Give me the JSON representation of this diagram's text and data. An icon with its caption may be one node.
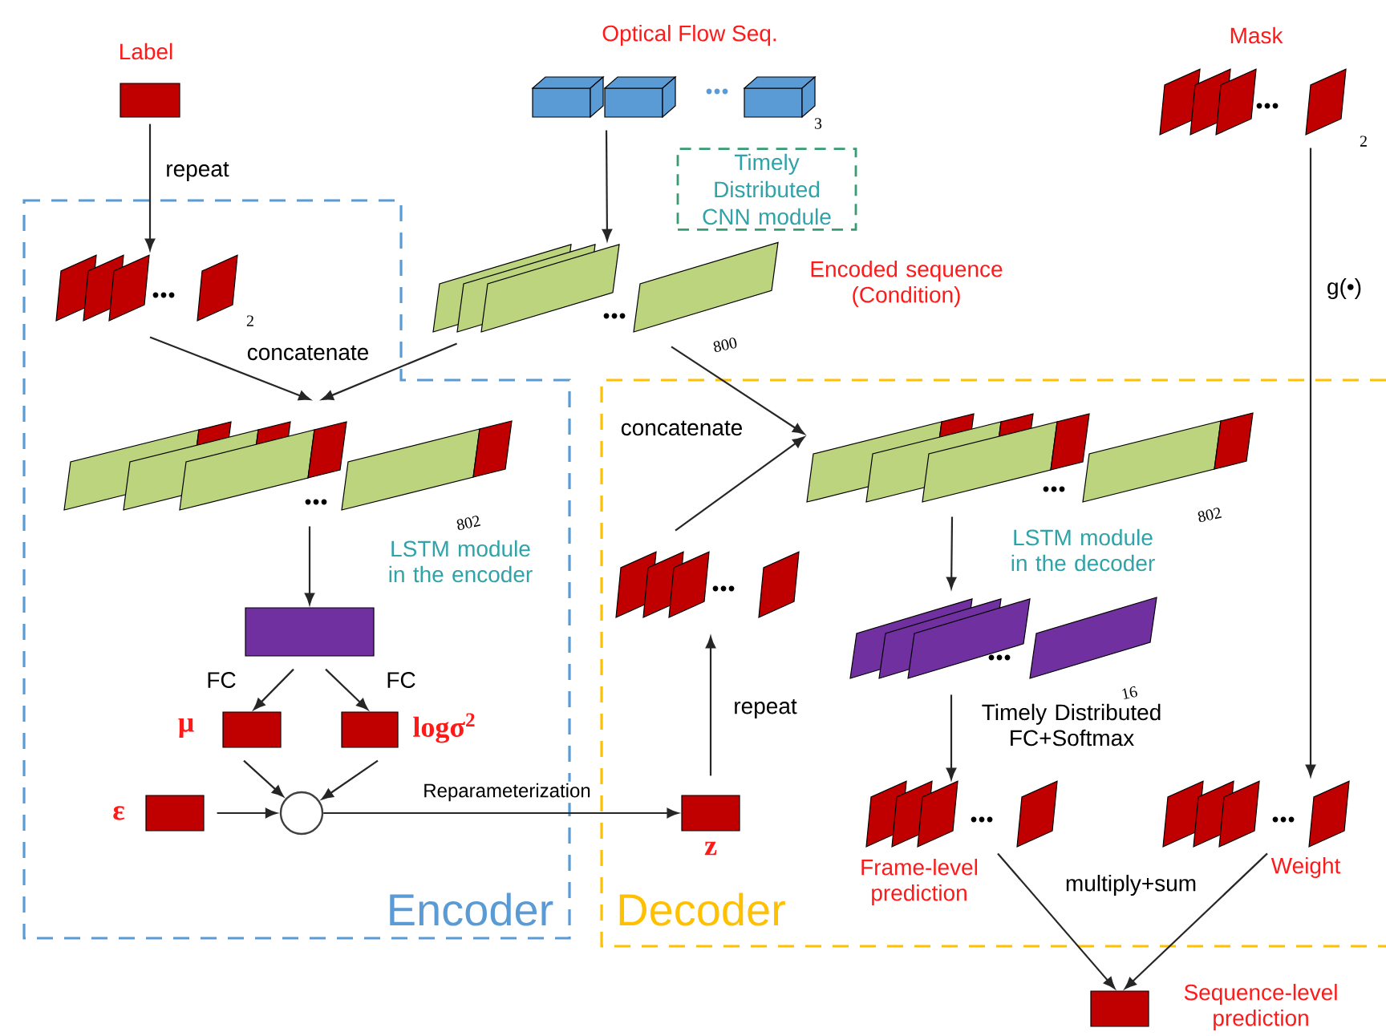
{
  "diagram": {
    "nodes": [
      {
        "text": [
          "Encoder"
        ]
      },
      {
        "text": [
          "Decoder"
        ]
      },
      {
        "text": [
          "Timely Distributed CNN module"
        ]
      },
      {
        "text": [
          "Label"
        ]
      },
      {
        "text": [
          "Optical Flow Seq."
        ],
        "beside": [
          "3"
        ]
      },
      {
        "text": [
          "Mask"
        ],
        "beside": [
          "2"
        ]
      },
      {
        "text": [],
        "shape": "stack",
        "beside": [
          "2"
        ],
        "in": 0
      },
      {
        "text": [
          "Encoded sequence (Condition)"
        ],
        "beside": [
          "800"
        ]
      },
      {
        "text": [],
        "shape": "stack",
        "beside": [
          "802"
        ],
        "in": 0
      },
      {
        "text": [],
        "shape": "box",
        "in": 0
      },
      {
        "text": [
          "μ"
        ],
        "in": 0
      },
      {
        "text": [
          "logσ$^{2}$"
        ],
        "in": 0
      },
      {
        "text": [
          "ε"
        ],
        "in": 0
      },
      {
        "text": [],
        "shape": "circle",
        "in": 0
      },
      {
        "text": [
          "z"
        ],
        "in": 1
      },
      {
        "text": [],
        "shape": "stack",
        "in": 1
      },
      {
        "text": [],
        "shape": "stack",
        "beside": [
          "802"
        ],
        "in": 1
      },
      {
        "text": [],
        "shape": "stack",
        "beside": [
          "16"
        ],
        "in": 1
      },
      {
        "text": [
          "Frame-level prediction"
        ],
        "in": 1
      },
      {
        "text": [
          "Weight"
        ],
        "in": 1
      },
      {
        "text": [
          "Sequence-level prediction"
        ]
      }
    ],
    "edges": [
      {
        "from": 3,
        "to": 6,
        "arrow": "to",
        "label": "repeat"
      },
      {
        "from": 4,
        "to": 7,
        "arrow": "to"
      },
      {
        "from": 6,
        "to": 8,
        "arrow": "to",
        "label": "concatenate"
      },
      {
        "from": 7,
        "to": 8,
        "arrow": "to"
      },
      {
        "from": 7,
        "to": 16,
        "arrow": "to"
      },
      {
        "from": 15,
        "to": 16,
        "arrow": "to",
        "label": "concatenate"
      },
      {
        "from": 8,
        "to": 9,
        "arrow": "to",
        "label": "LSTM module in the encoder"
      },
      {
        "from": 9,
        "to": 10,
        "arrow": "to",
        "label": "FC"
      },
      {
        "from": 9,
        "to": 11,
        "arrow": "to",
        "label": "FC"
      },
      {
        "from": 10,
        "to": 13,
        "arrow": "to"
      },
      {
        "from": 11,
        "to": 13,
        "arrow": "to"
      },
      {
        "from": 12,
        "to": 13,
        "arrow": "to"
      },
      {
        "from": 13,
        "to": 14,
        "arrow": "to",
        "label": "Reparameterization"
      },
      {
        "from": 14,
        "to": 15,
        "arrow": "to",
        "label": "repeat"
      },
      {
        "from": 16,
        "to": 17,
        "arrow": "to",
        "label": "LSTM module in the decoder"
      },
      {
        "from": 17,
        "to": 18,
        "arrow": "to",
        "label": "Timely Distributed FC+Softmax"
      },
      {
        "from": 5,
        "to": 19,
        "arrow": "to",
        "label": "g(•)"
      },
      {
        "from": 18,
        "to": 20,
        "arrow": "to",
        "label": "multiply+sum"
      },
      {
        "from": 19,
        "to": 20,
        "arrow": "to"
      }
    ]
  }
}
